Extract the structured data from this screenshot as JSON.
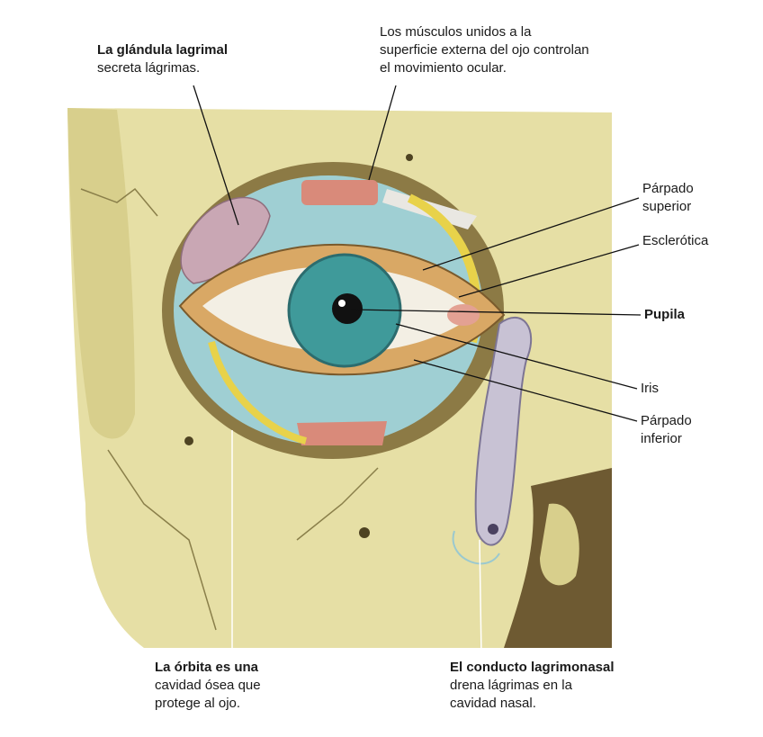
{
  "labels": {
    "lacrimal_gland": {
      "line1": "La glándula lagrimal",
      "line2": "secreta lágrimas."
    },
    "muscles": {
      "line1": "Los músculos unidos a la",
      "line2": "superficie externa del ojo controlan",
      "line3": "el movimiento ocular."
    },
    "upper_eyelid": {
      "line1": "Párpado",
      "line2": "superior"
    },
    "sclera": {
      "line1": "Esclerótica"
    },
    "pupil": {
      "line1": "Pupila"
    },
    "iris": {
      "line1": "Iris"
    },
    "lower_eyelid": {
      "line1": "Párpado",
      "line2": "inferior"
    },
    "orbit": {
      "line1": "La órbita es una",
      "line2": "cavidad ósea que",
      "line3": "protege al ojo."
    },
    "nasolacrimal_duct": {
      "line1": "El conducto lagrimonasal",
      "line2": "drena lágrimas en la",
      "line3": "cavidad nasal."
    }
  },
  "colors": {
    "bone": "#e6dfa5",
    "bone_shadow": "#b7ab66",
    "iris": "#3f9a9a",
    "sclera": "#f3efe4",
    "lid": "#d9a865",
    "conjunctiva": "#9fcfd3",
    "muscle": "#d98a7a",
    "gland": "#c9a7b4"
  }
}
